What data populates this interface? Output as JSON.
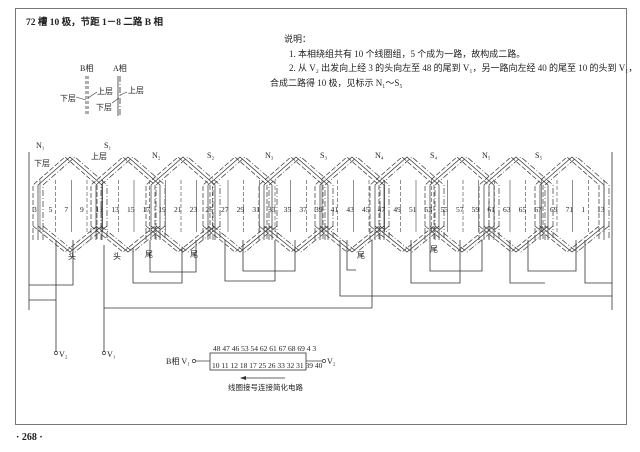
{
  "title": "72 槽 10 极，节距 1－8 二路 B 相",
  "notes": {
    "heading": "说明：",
    "line1": "1. 本相绕组共有 10 个线圈组，5 个成为一路，故构成二路。",
    "line2": "2. 从 V₂ 出发向上经 3 的头向左至 48 的尾到 V₁，另一路向左经 40 的尾至 10 的头到 V₁，",
    "line3": "合成二路得 10 极，见标示 N₁～S₅"
  },
  "legend": {
    "phase_b": "B相",
    "phase_a": "A相",
    "upper_layer": "上层",
    "lower_layer": "下层"
  },
  "winding": {
    "poles": [
      "N₁",
      "S₁",
      "N₂",
      "S₂",
      "N₃",
      "S₃",
      "N₄",
      "S₄",
      "N₅",
      "S₅"
    ],
    "upper_label": "上层",
    "lower_label": "下层",
    "slot_numbers": [
      "3",
      "5",
      "7",
      "9",
      "11",
      "13",
      "15",
      "17",
      "19",
      "21",
      "23",
      "25",
      "27",
      "29",
      "31",
      "33",
      "35",
      "37",
      "39",
      "41",
      "43",
      "45",
      "47",
      "49",
      "51",
      "53",
      "55",
      "57",
      "59",
      "61",
      "63",
      "65",
      "67",
      "69",
      "71",
      "1",
      "13"
    ],
    "head_label": "头",
    "tail_label": "尾",
    "terminal_v1": "V₁",
    "terminal_v2": "V₂"
  },
  "simplified_circuit": {
    "phase_label": "B相 V₁",
    "end_label": "V₂",
    "top_row": "48 47 46 53 54 62 61 67 68 69 4 3",
    "bottom_row": "10 11 12 18 17 25 26 33 32 31 39 40",
    "caption": "线圈接号连接简化电路"
  },
  "page_number": "· 268 ·"
}
